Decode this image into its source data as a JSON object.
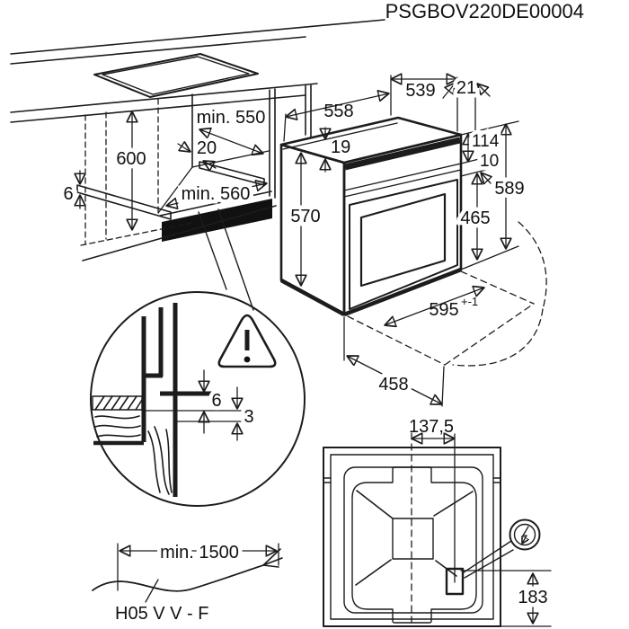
{
  "title": "PSGBOV220DE00004",
  "colors": {
    "line": "#1c1c1c",
    "background": "#ffffff"
  },
  "cabinet": {
    "niche_depth": "min. 550",
    "rail_setback": "20",
    "niche_height": "600",
    "rail_thickness": "6",
    "niche_width": "min. 560"
  },
  "oven": {
    "top_depth": "539",
    "rear_gap": "21",
    "top_width": "558",
    "top_edge": "19",
    "side_height": "570",
    "control_panel_height": "114",
    "panel_gap": "10",
    "front_height": "589",
    "door_height": "465",
    "front_width": "595",
    "front_width_tolerance": "+-1",
    "lower_depth": "458"
  },
  "detail": {
    "top_clearance": "6",
    "bottom_clearance": "3"
  },
  "cable": {
    "min_length": "min. 1500",
    "cable_type": "H05 V V - F"
  },
  "rear_view": {
    "mains_offset_x": "137,5",
    "mains_offset_y": "183"
  }
}
